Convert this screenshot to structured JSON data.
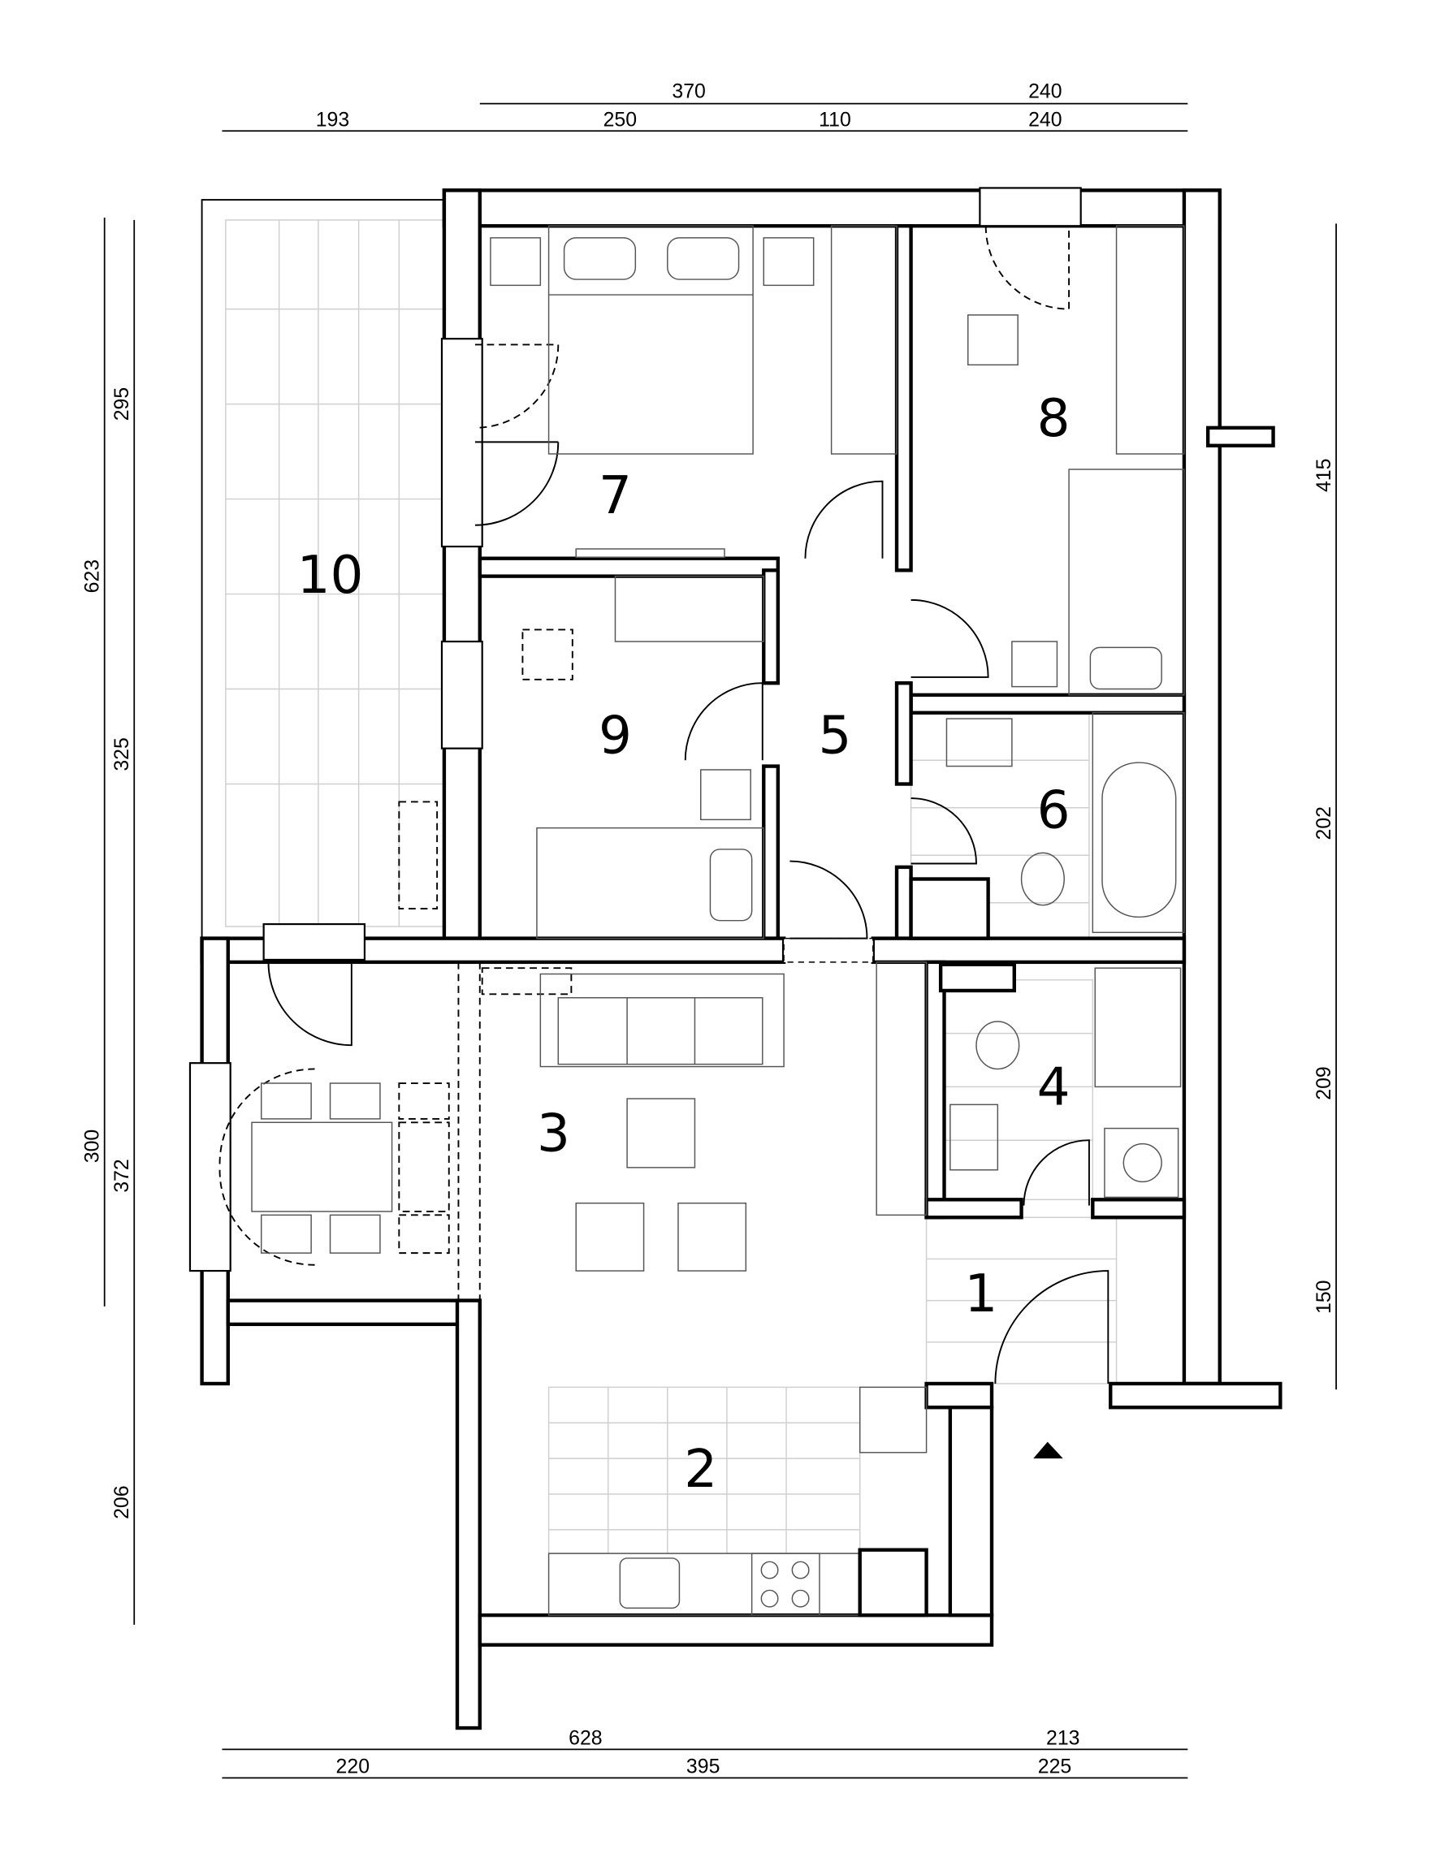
{
  "dimensions": {
    "top": {
      "row1": [
        "370",
        "240"
      ],
      "row2": [
        "193",
        "250",
        "110",
        "240"
      ]
    },
    "left": {
      "outer": [
        "623",
        "300"
      ],
      "inner": [
        "295",
        "325",
        "372",
        "206"
      ]
    },
    "right": [
      "415",
      "202",
      "209",
      "150"
    ],
    "bottom": {
      "row1": [
        "628",
        "213"
      ],
      "row2": [
        "220",
        "395",
        "225"
      ]
    }
  },
  "rooms": [
    "1",
    "2",
    "3",
    "4",
    "5",
    "6",
    "7",
    "8",
    "9",
    "10"
  ],
  "colors": {
    "wall": "#000000",
    "tile": "#cfcfcf",
    "furniture": "#555555"
  }
}
